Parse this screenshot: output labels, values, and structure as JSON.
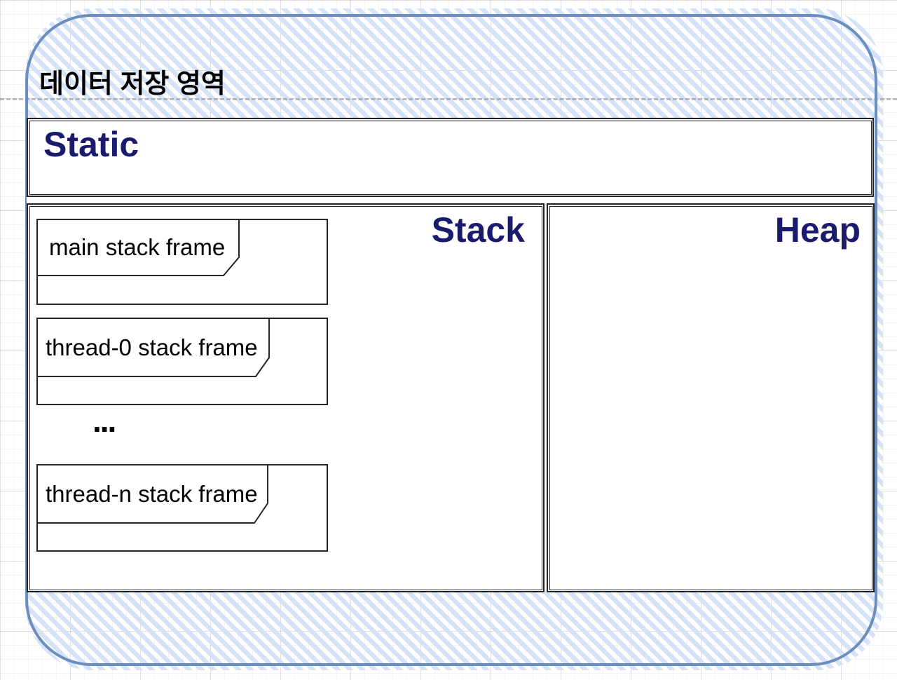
{
  "diagram": {
    "title": "데이터 저장 영역",
    "regions": {
      "static": {
        "label": "Static"
      },
      "stack": {
        "label": "Stack",
        "frames": [
          {
            "label": "main stack frame"
          },
          {
            "label": "thread-0 stack frame"
          },
          {
            "label": "thread-n stack frame"
          }
        ],
        "ellipsis": "..."
      },
      "heap": {
        "label": "Heap"
      }
    },
    "colors": {
      "container_border": "#6c8ebf",
      "container_hatch_fill": "#d3e1f7",
      "region_label_text": "#1b1b6e",
      "shape_border": "#262626",
      "title_text": "#000000"
    }
  }
}
